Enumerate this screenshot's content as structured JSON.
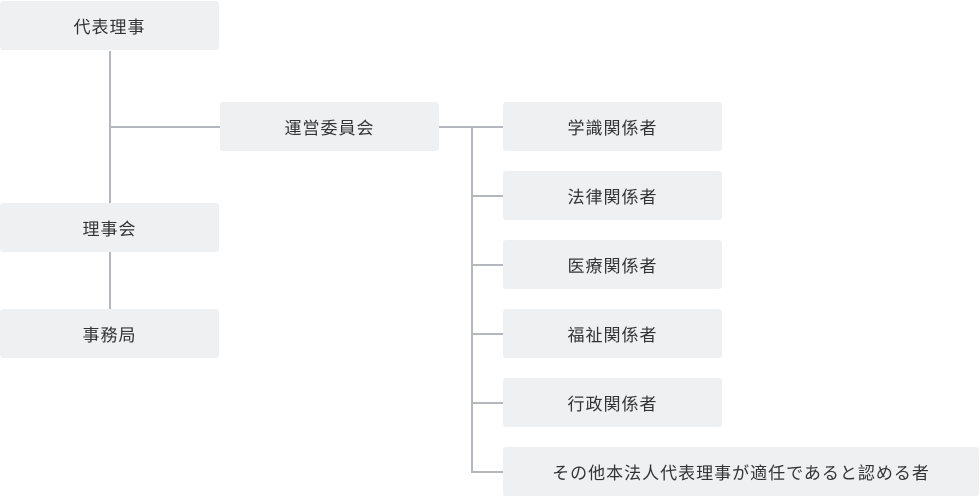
{
  "org_chart": {
    "representative_director": "代表理事",
    "steering_committee": "運営委員会",
    "board_of_directors": "理事会",
    "secretariat": "事務局",
    "committee_members": [
      "学識関係者",
      "法律関係者",
      "医療関係者",
      "福祉関係者",
      "行政関係者",
      "その他本法人代表理事が適任であると認める者"
    ]
  },
  "colors": {
    "box_background": "#eef0f2",
    "connector": "#b4b8bc",
    "text": "#333333"
  }
}
